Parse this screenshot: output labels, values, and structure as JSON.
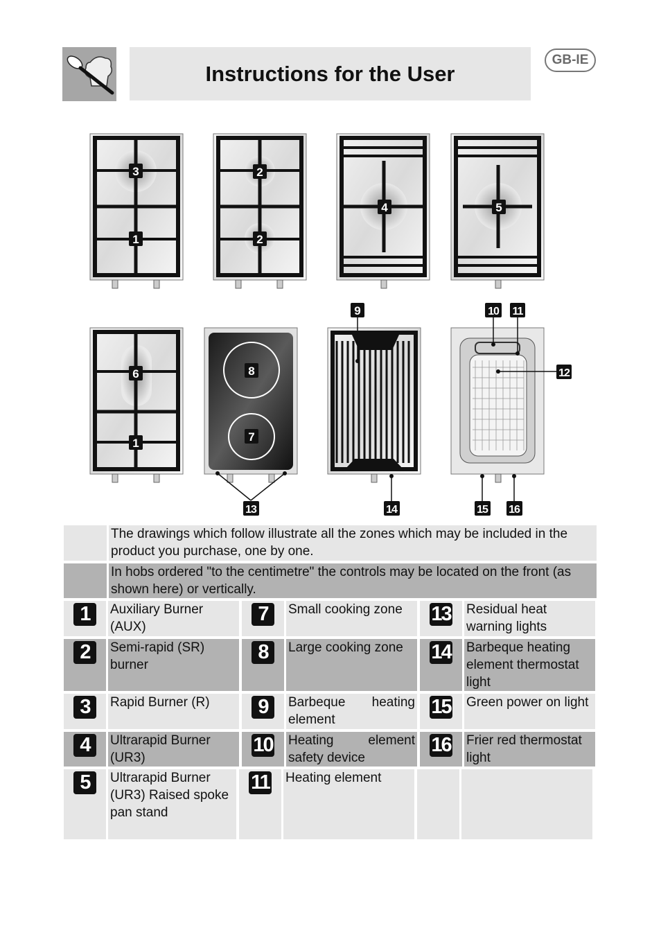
{
  "header": {
    "title": "Instructions for the User",
    "lang_badge": "GB-IE",
    "logo_icon": "spoon-chef-hat-icon"
  },
  "callouts": [
    "1",
    "2",
    "2",
    "3",
    "4",
    "5",
    "6",
    "1",
    "8",
    "7",
    "9",
    "10",
    "11",
    "12",
    "13",
    "14",
    "15",
    "16"
  ],
  "intro": {
    "line1": "The drawings which follow illustrate all the zones which may be included in the product you purchase, one by one.",
    "line2": "In hobs ordered \"to the centimetre\" the controls may be located on the front (as shown here) or vertically."
  },
  "legend": [
    {
      "num": "1",
      "label": "Auxiliary Burner (AUX)"
    },
    {
      "num": "2",
      "label": "Semi-rapid (SR) burner"
    },
    {
      "num": "3",
      "label": "Rapid Burner (R)"
    },
    {
      "num": "4",
      "label": "Ultrarapid Burner (UR3)"
    },
    {
      "num": "5",
      "label": "Ultrarapid Burner (UR3) Raised spoke pan stand"
    },
    {
      "num": "7",
      "label": "Small cooking zone"
    },
    {
      "num": "8",
      "label": "Large cooking zone"
    },
    {
      "num": "9",
      "label": "Barbeque heating element"
    },
    {
      "num": "10",
      "label": "Heating element safety device"
    },
    {
      "num": "11",
      "label": "Heating element"
    },
    {
      "num": "13",
      "label": "Residual heat warning lights"
    },
    {
      "num": "14",
      "label": "Barbeque heating element thermostat light"
    },
    {
      "num": "15",
      "label": "Green power on light"
    },
    {
      "num": "16",
      "label": "Frier red thermostat light"
    }
  ]
}
